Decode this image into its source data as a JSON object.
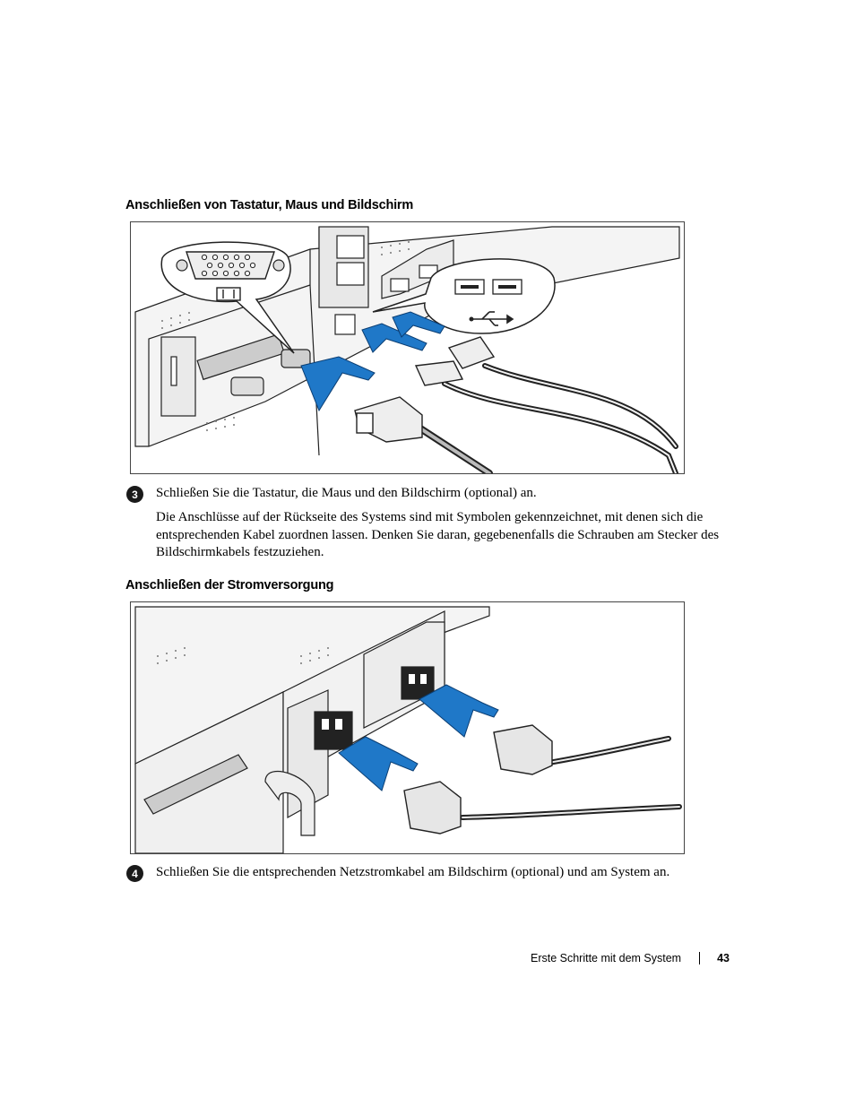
{
  "sections": [
    {
      "heading": "Anschließen von Tastatur, Maus und Bildschirm",
      "step_number": "3",
      "step_text": "Schließen Sie die Tastatur, die Maus und den Bildschirm (optional) an.",
      "paragraph": "Die Anschlüsse auf der Rückseite des Systems sind mit Symbolen gekennzeichnet, mit denen sich die entsprechenden Kabel zuordnen lassen. Denken Sie daran, gegebenenfalls die Schrauben am Stecker des Bildschirmkabels festzuziehen."
    },
    {
      "heading": "Anschließen der Stromversorgung",
      "step_number": "4",
      "step_text": "Schließen Sie die entsprechenden Netzstromkabel am Bildschirm (optional) und am System an."
    }
  ],
  "footer": {
    "chapter": "Erste Schritte mit dem System",
    "page_number": "43"
  },
  "colors": {
    "arrow_blue": "#1f78c8",
    "badge": "#1a1a1a"
  }
}
